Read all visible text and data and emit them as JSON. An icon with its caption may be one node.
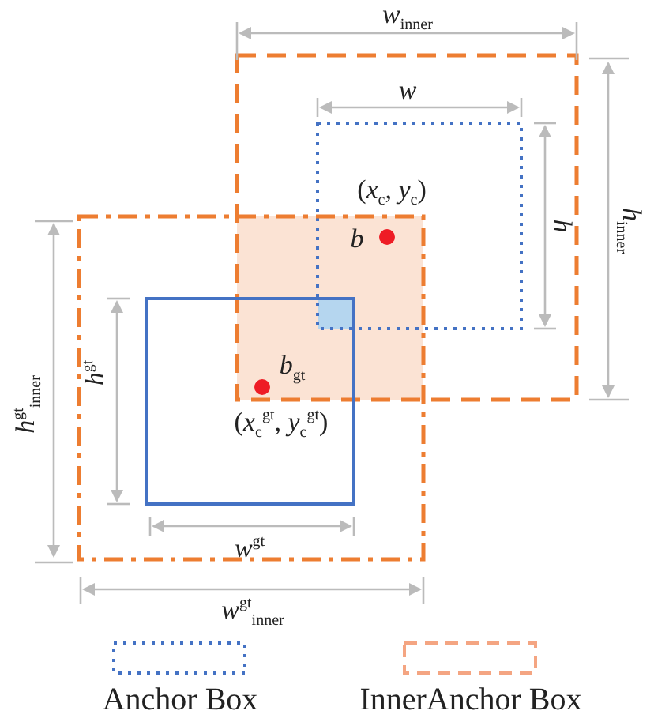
{
  "diagram": {
    "labels": [
      "*w*$_{inner}$",
      "*w*",
      "(*x*$_{c}$, *y*$_{c}$)",
      "*b*",
      "*h*",
      "*h*$_{inner}$",
      "*h*$^{gt}$$_{inner}$",
      "*h*$^{gt}$",
      "*b*$_{gt}$",
      "(*x*$_{c}$$^{gt}$, *y*$_{c}$$^{gt}$)",
      "*w*$^{gt}$",
      "*w*$^{gt}$$_{inner}$"
    ],
    "legend": [
      {
        "text": "Anchor Box"
      },
      {
        "text": "InnerAnchor Box"
      }
    ]
  }
}
